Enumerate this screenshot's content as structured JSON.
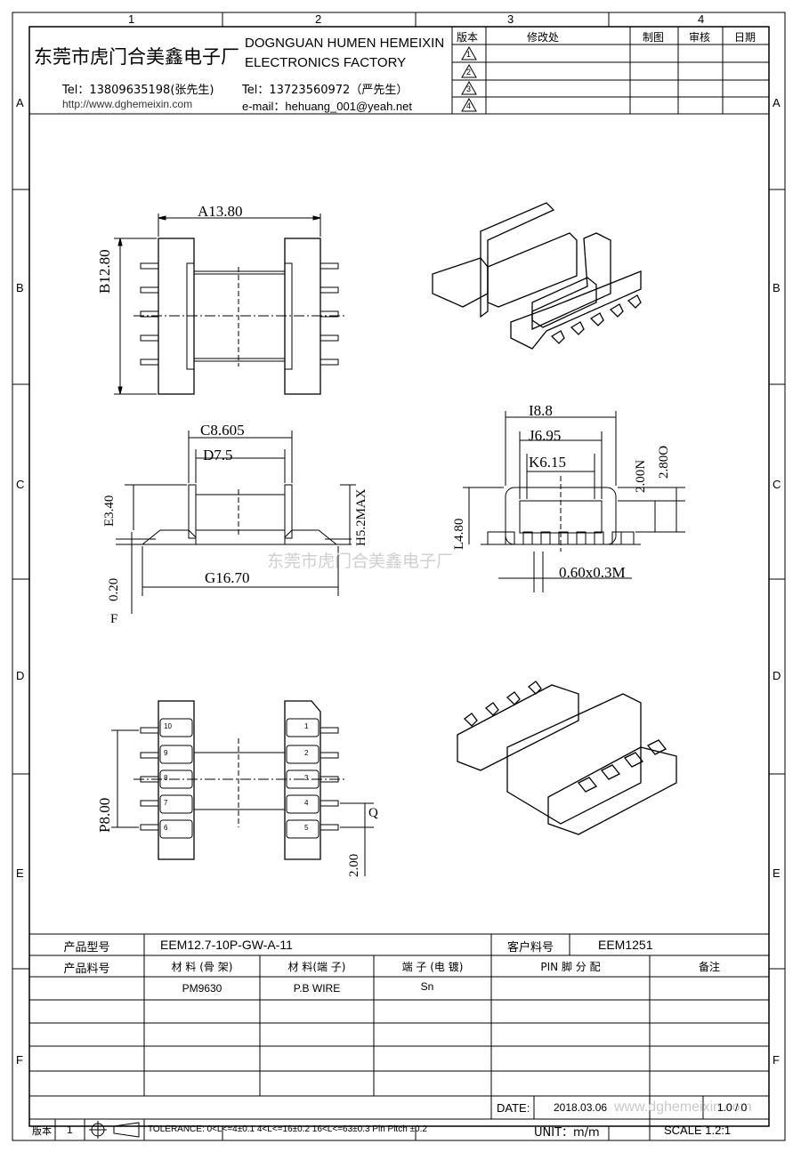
{
  "grid": {
    "cols": [
      "1",
      "2",
      "3",
      "4"
    ],
    "rows": [
      "A",
      "B",
      "C",
      "D",
      "E",
      "F"
    ]
  },
  "header": {
    "company_cn": "东莞市虎门合美鑫电子厂",
    "company_en_1": "DOGNGUAN HUMEN HEMEIXIN",
    "company_en_2": "ELECTRONICS FACTORY",
    "tel1": "Tel：13809635198(张先生)",
    "tel2": "Tel：13723560972（严先生）",
    "website": "http://www.dghemeixin.com",
    "email": "e-mail：hehuang_001@yeah.net",
    "rev_headers": [
      "版本",
      "修改处",
      "制图",
      "审核",
      "日期"
    ],
    "rev_marks": [
      "1",
      "2",
      "3",
      "4"
    ]
  },
  "dims": {
    "A": "A13.80",
    "B": "B12.80",
    "C": "C8.605",
    "D": "D7.5",
    "E": "E3.40",
    "F": "F",
    "F_val": "0.20",
    "G": "G16.70",
    "H": "H5.2MAX",
    "I": "I8.8",
    "J": "J6.95",
    "K": "K6.15",
    "L": "L4.80",
    "M": "0.60x0.3M",
    "N": "2.00N",
    "O": "2.80O",
    "P": "P8.00",
    "Q": "Q",
    "Q_val": "2.00"
  },
  "pin_numbers_left": [
    "10",
    "9",
    "8",
    "7",
    "6"
  ],
  "pin_numbers_right": [
    "1",
    "2",
    "3",
    "4",
    "5"
  ],
  "watermark": "东莞市虎门合美鑫电子厂",
  "title_block": {
    "product_model_label": "产品型号",
    "product_model": "EEM12.7-10P-GW-A-11",
    "customer_part_label": "客户料号",
    "customer_part": "EEM1251",
    "product_part_label": "产品料号",
    "material_bobbin_label": "材 料 (骨 架)",
    "material_pin_label": "材 料(端 子)",
    "plating_label": "端 子 (电 镀)",
    "pin_assignment_label": "PIN 脚 分 配",
    "remark_label": "备注",
    "material_bobbin": "PM9630",
    "material_pin": "P.B WIRE",
    "plating": "Sn",
    "date_label": "DATE:",
    "date": "2018.03.06",
    "version_label": "版本",
    "version": "1",
    "tolerance": "TOLERANCE:  0<L<=4±0.1  4<L<=16±0.2  16<L<=63±0.3  Pin Pitch  ±0.2",
    "unit": "UNIT：m/m",
    "scale": "SCALE  1.2:1",
    "page": "1.0 / 0",
    "watermark_url": "www.dghemeixin.com"
  }
}
